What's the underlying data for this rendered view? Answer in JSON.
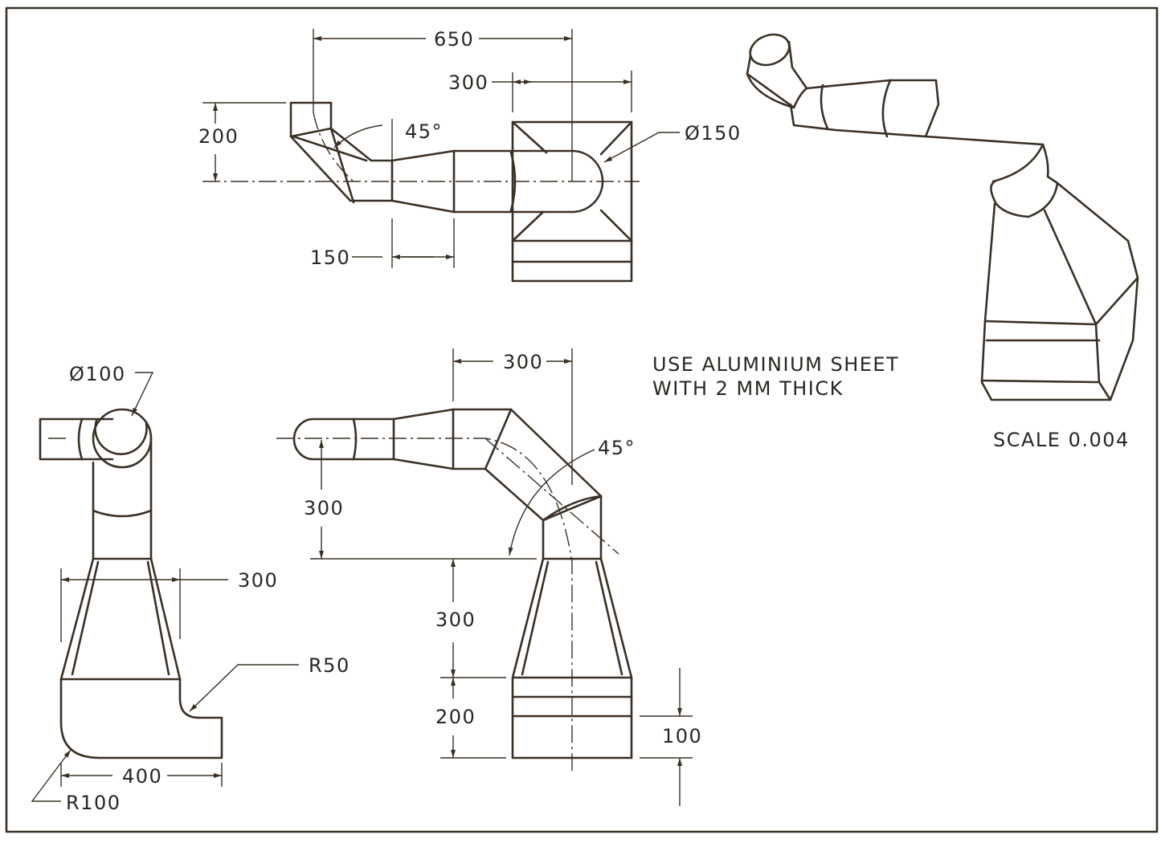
{
  "dimensions": {
    "top_length": "650",
    "top_box_width": "300",
    "top_height": "200",
    "top_angle": "45°",
    "top_diameter": "Ø150",
    "top_cone_length": "150",
    "left_diameter": "Ø100",
    "left_width": "300",
    "left_fillet": "R50",
    "left_corner": "R100",
    "left_base": "400",
    "front_width": "300",
    "front_angle": "45°",
    "front_height_upper": "300",
    "front_height_lower": "300",
    "front_height_base": "200",
    "front_box_height": "100"
  },
  "notes": {
    "line1": "USE ALUMINIUM SHEET",
    "line2": "WITH 2 MM THICK",
    "scale": "SCALE  0.004"
  }
}
